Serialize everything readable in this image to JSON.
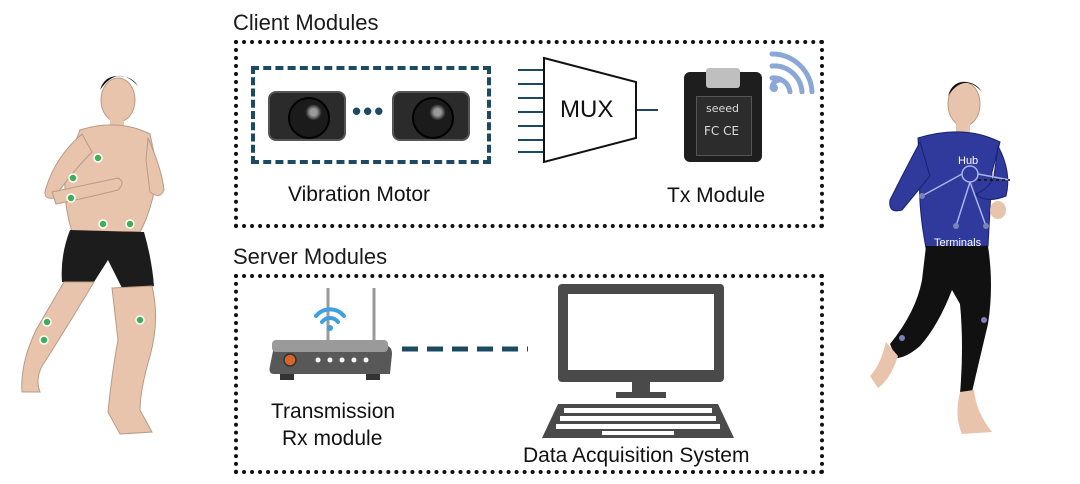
{
  "client": {
    "title": "Client Modules",
    "vibration_label": "Vibration Motor",
    "mux_label": "MUX",
    "tx_label": "Tx Module",
    "board_brand": "seeed"
  },
  "server": {
    "title": "Server Modules",
    "rx_label_line1": "Transmission",
    "rx_label_line2": "Rx module",
    "daq_label": "Data Acquisition System"
  },
  "figure_right": {
    "hub_label": "Hub",
    "terminals_label": "Terminals"
  },
  "colors": {
    "dashed_blue": "#1d4a63",
    "wifi_blue": "#8aa7d8",
    "shirt_blue": "#2f3a9c",
    "skin": "#e8c4ac",
    "electrode_green": "#3fae5a"
  },
  "icons": [
    "vibration-motor-icon",
    "mux-icon",
    "tx-board-icon",
    "wireless-icon",
    "router-icon",
    "computer-icon",
    "keyboard-icon"
  ]
}
